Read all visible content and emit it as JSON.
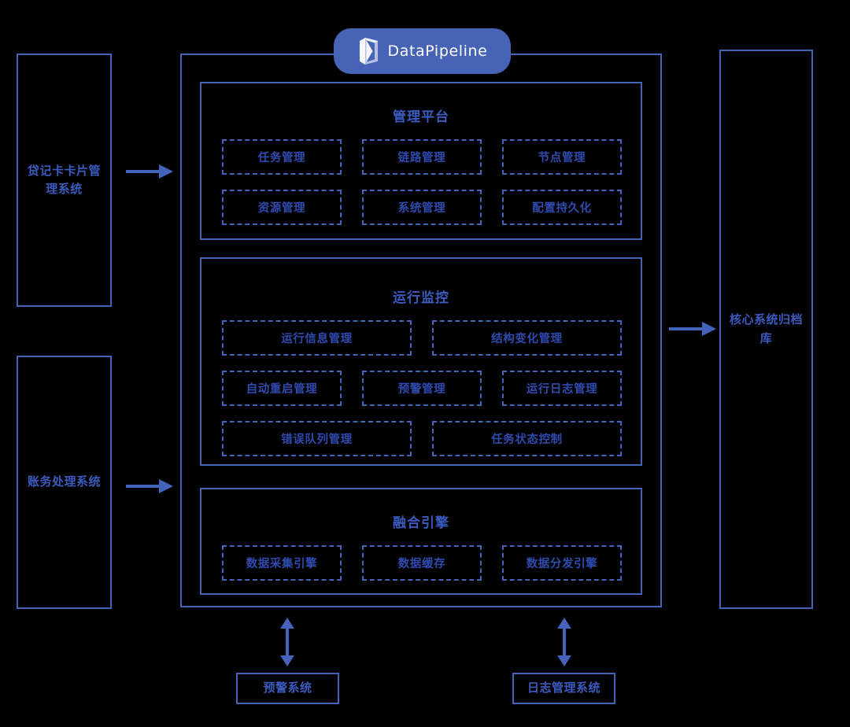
{
  "theme": {
    "background": "#000000",
    "line_color": "#4364b8",
    "badge_fill": "#4663b6",
    "badge_text": "#ffffff",
    "label_color": "#3b5bbf",
    "cell_text": "#2f4bb0"
  },
  "brand": {
    "name": "DataPipeline",
    "icon": "datapipeline-cube-icon"
  },
  "left_systems": [
    {
      "label": "贷记卡卡片管理系统"
    },
    {
      "label": "账务处理系统"
    }
  ],
  "right_systems": [
    {
      "label": "核心系统归档库"
    }
  ],
  "bottom_systems": [
    {
      "label": "预警系统"
    },
    {
      "label": "日志管理系统"
    }
  ],
  "groups": [
    {
      "title": "管理平台",
      "rows": [
        [
          "任务管理",
          "链路管理",
          "节点管理"
        ],
        [
          "资源管理",
          "系统管理",
          "配置持久化"
        ]
      ]
    },
    {
      "title": "运行监控",
      "rows": [
        [
          "运行信息管理",
          "结构变化管理"
        ],
        [
          "自动重启管理",
          "预警管理",
          "运行日志管理"
        ],
        [
          "错误队列管理",
          "任务状态控制"
        ]
      ]
    },
    {
      "title": "融合引擎",
      "rows": [
        [
          "数据采集引擎",
          "数据缓存",
          "数据分发引擎"
        ]
      ]
    }
  ],
  "connectors": [
    {
      "name": "arrow-left-system-1-to-platform",
      "direction": "right"
    },
    {
      "name": "arrow-left-system-2-to-platform",
      "direction": "right"
    },
    {
      "name": "arrow-platform-to-archive",
      "direction": "right"
    },
    {
      "name": "arrow-platform-to-alert-system",
      "direction": "both"
    },
    {
      "name": "arrow-platform-to-log-system",
      "direction": "both"
    }
  ]
}
